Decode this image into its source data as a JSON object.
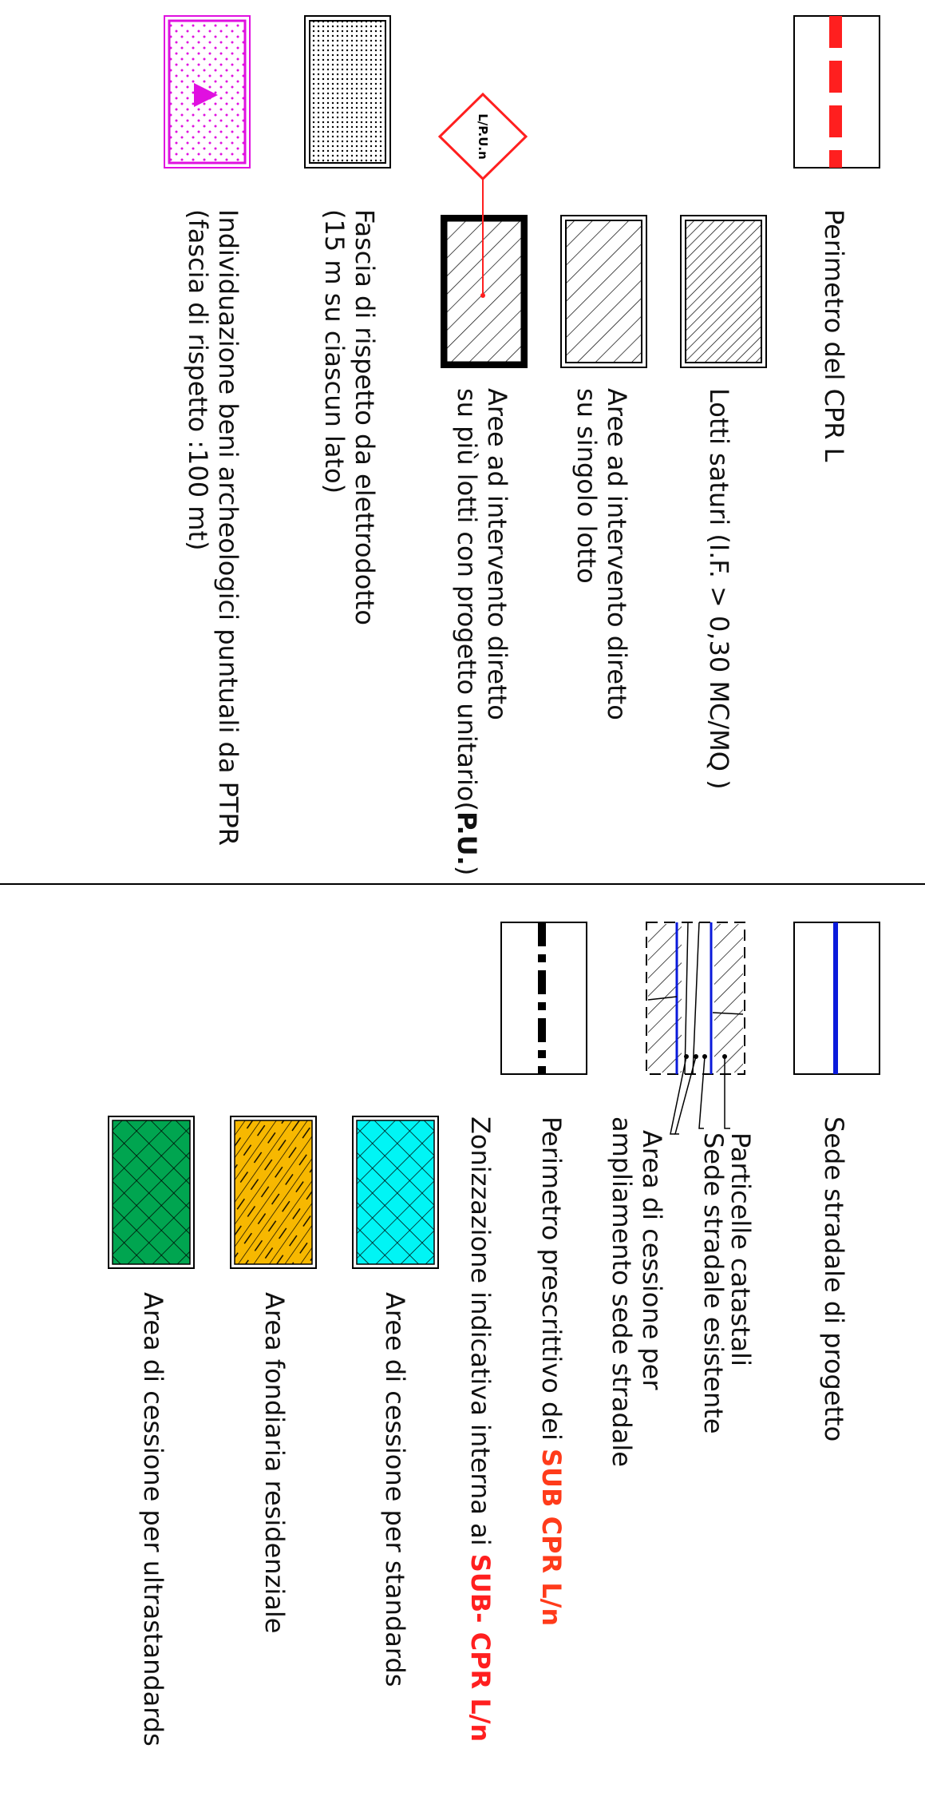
{
  "colors": {
    "perimeter_red": "#ff1f1f",
    "road_blue": "#0a1adb",
    "archeo_magenta": "#e010e0",
    "warning_red": "#ff3b1a",
    "cyan": "#00f5f5",
    "amber": "#f7b800",
    "green": "#00a550",
    "black": "#000000"
  },
  "left_column": {
    "perimetro_cpr": "Perimetro del CPR L",
    "lotti_saturi": "Lotti saturi (I.F. > 0,30 MC/MQ )",
    "aree_singolo": {
      "line1": "Aree ad intervento diretto",
      "line2": "su singolo lotto"
    },
    "aree_piu_lotti": {
      "line1": "Aree ad intervento diretto",
      "line2": "su più lotti con progetto unitario(",
      "pu_bold": "P.U.",
      "close": ")"
    },
    "pu_tag": "L/P.U.n",
    "elettrodotto": {
      "line1": "Fascia di rispetto da elettrodotto",
      "line2": "(15 m su ciascun lato)"
    },
    "beni_archeologici": {
      "line1": "Individuazione beni archeologici puntuali da PTPR",
      "line2": "(fascia di rispetto :100 mt)"
    }
  },
  "right_column": {
    "sede_progetto": "Sede stradale di progetto",
    "particelle": "Particelle catastali",
    "sede_esistente": "Sede stradale esistente",
    "area_cessione_sede": {
      "line1": "Area di cessione per",
      "line2": "ampliamento sede stradale"
    },
    "perimetro_prescrittivo": {
      "text": "Perimetro prescrittivo dei ",
      "bold": "SUB CPR L/n"
    },
    "zonizzazione": {
      "text": "Zonizzazione indicativa interna ai ",
      "bold": "SUB- CPR L/n"
    },
    "aree_standards": "Aree di cessione per standards",
    "area_fondiaria": "Area fondiaria residenziale",
    "area_ultrastandards": "Area di cessione per ultrastandards"
  }
}
